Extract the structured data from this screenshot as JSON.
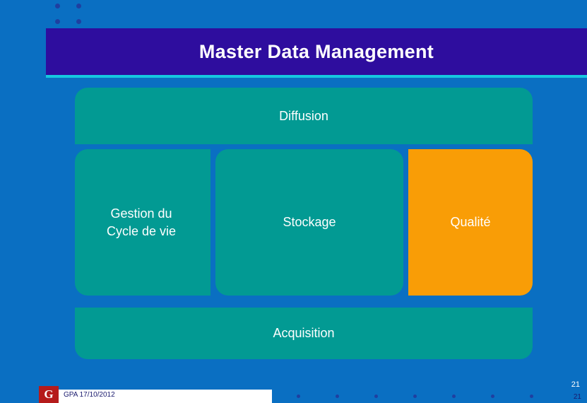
{
  "slide": {
    "title": "Master Data Management",
    "page_number_top": "21",
    "page_number_bottom": "21"
  },
  "diagram": {
    "boxes": [
      {
        "id": "diffusion",
        "label": "Diffusion",
        "color": "#029a93"
      },
      {
        "id": "gestion",
        "label": "Gestion du\nCycle de vie",
        "color": "#029a93"
      },
      {
        "id": "stockage",
        "label": "Stockage",
        "color": "#029a93"
      },
      {
        "id": "qualite",
        "label": "Qualité",
        "color": "#f99d06"
      },
      {
        "id": "acquisition",
        "label": "Acquisition",
        "color": "#029a93"
      }
    ]
  },
  "footer": {
    "logo_glyph": "G",
    "text": "GPA 17/10/2012"
  },
  "colors": {
    "background": "#0a6fc2",
    "title_bar": "#2e0d9e",
    "title_underline": "#16c8e0",
    "teal": "#029a93",
    "orange": "#f99d06",
    "dot": "#1f3fa0"
  }
}
